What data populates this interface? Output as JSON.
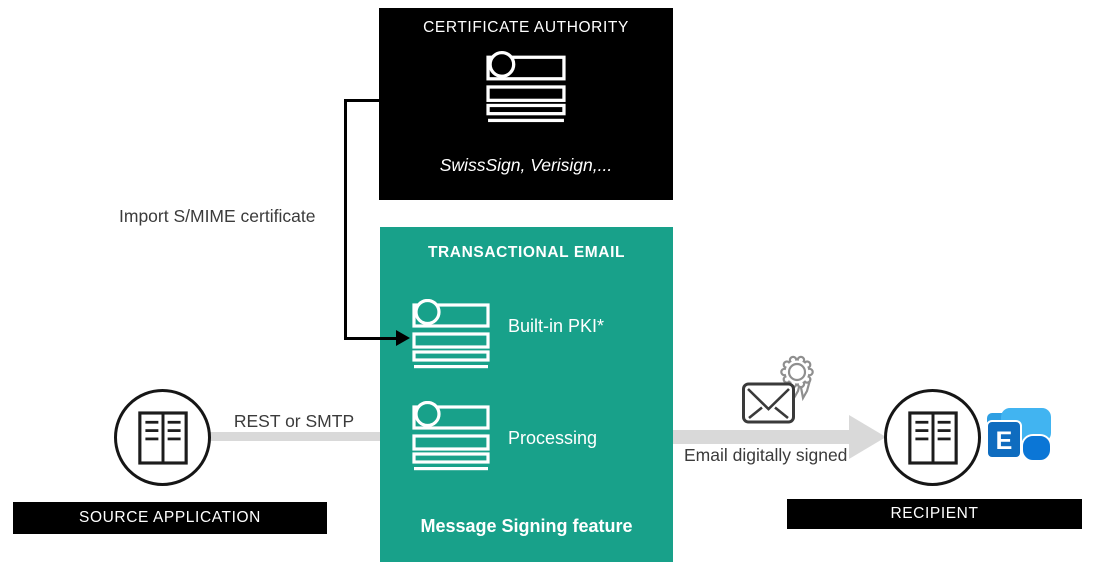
{
  "ca": {
    "title": "CERTIFICATE AUTHORITY",
    "subtitle": "SwissSign, Verisign,..."
  },
  "teal": {
    "title": "TRANSACTIONAL EMAIL",
    "items": [
      {
        "label": "Built-in PKI*"
      },
      {
        "label": "Processing"
      }
    ],
    "footer": "Message Signing feature"
  },
  "source": {
    "label": "SOURCE APPLICATION"
  },
  "recipient": {
    "label": "RECIPIENT",
    "logo": "Microsoft Exchange",
    "logo_letter": "E"
  },
  "arrows": {
    "import_label": "Import S/MIME certificate",
    "rest_label": "REST or SMTP",
    "signed_label": "Email digitally signed"
  },
  "colors": {
    "teal": "#18a18a",
    "panel_black": "#000000",
    "arrow_gray": "#d9d9d9",
    "text_dark": "#3b3b3b",
    "exchange_light_blue": "#41b4f1",
    "exchange_mid_blue": "#2e9fe3",
    "exchange_blue": "#0b76d6",
    "exchange_tile_blue": "#0f6cbf"
  }
}
